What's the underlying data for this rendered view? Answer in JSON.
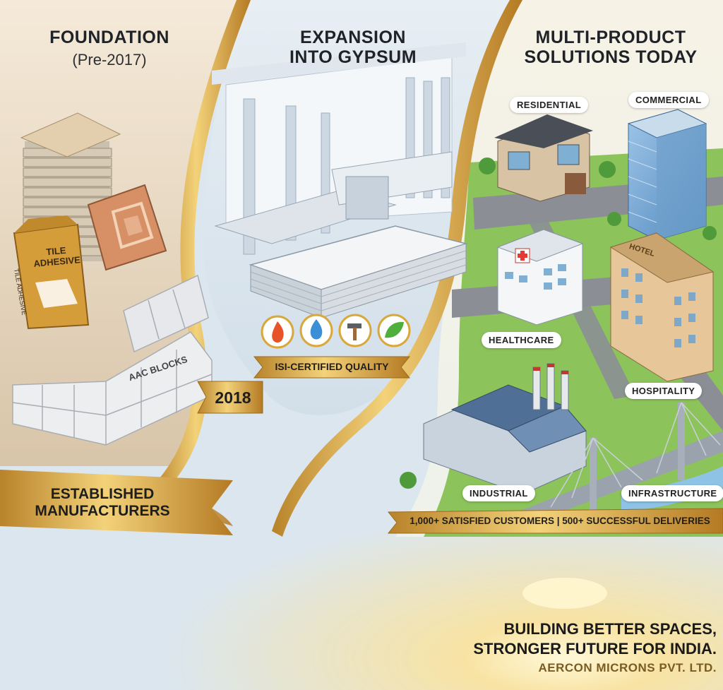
{
  "panels": {
    "foundation": {
      "title": "FOUNDATION",
      "subtitle": "(Pre-2017)",
      "ribbon": "ESTABLISHED MANUFACTURERS",
      "tile_bag_label": "TILE ADHESIVE",
      "bag_side_label": "TILE ADHESIVE",
      "blocks_label": "AAC BLOCKS"
    },
    "expansion": {
      "title_line1": "EXPANSION",
      "title_line2": "INTO GYPSUM",
      "ribbon": "ISI-CERTIFIED QUALITY",
      "icons": [
        "fire-icon",
        "water-shield-icon",
        "hammer-icon",
        "leaf-icon"
      ]
    },
    "solutions": {
      "title_line1": "MULTI-PRODUCT",
      "title_line2": "SOLUTIONS TODAY",
      "sectors": {
        "residential": "RESIDENTIAL",
        "commercial": "COMMERCIAL",
        "healthcare": "HEALTHCARE",
        "hospitality": "HOSPITALITY",
        "industrial": "INDUSTRIAL",
        "infrastructure": "INFRASTRUCTURE"
      },
      "hotel_sign": "HOTEL",
      "ribbon": "1,000+ SATISFIED CUSTOMERS | 500+ SUCCESSFUL DELIVERIES"
    }
  },
  "timeline": {
    "year": "2018"
  },
  "footer": {
    "line1": "BUILDING BETTER SPACES,",
    "line2": "STRONGER FUTURE FOR INDIA.",
    "company": "AERCON MICRONS PVT. LTD."
  },
  "colors": {
    "gold": "#d9a83a",
    "beige": "#efe3cf",
    "sky": "#dbe7f1",
    "grass": "#8cc35a"
  }
}
